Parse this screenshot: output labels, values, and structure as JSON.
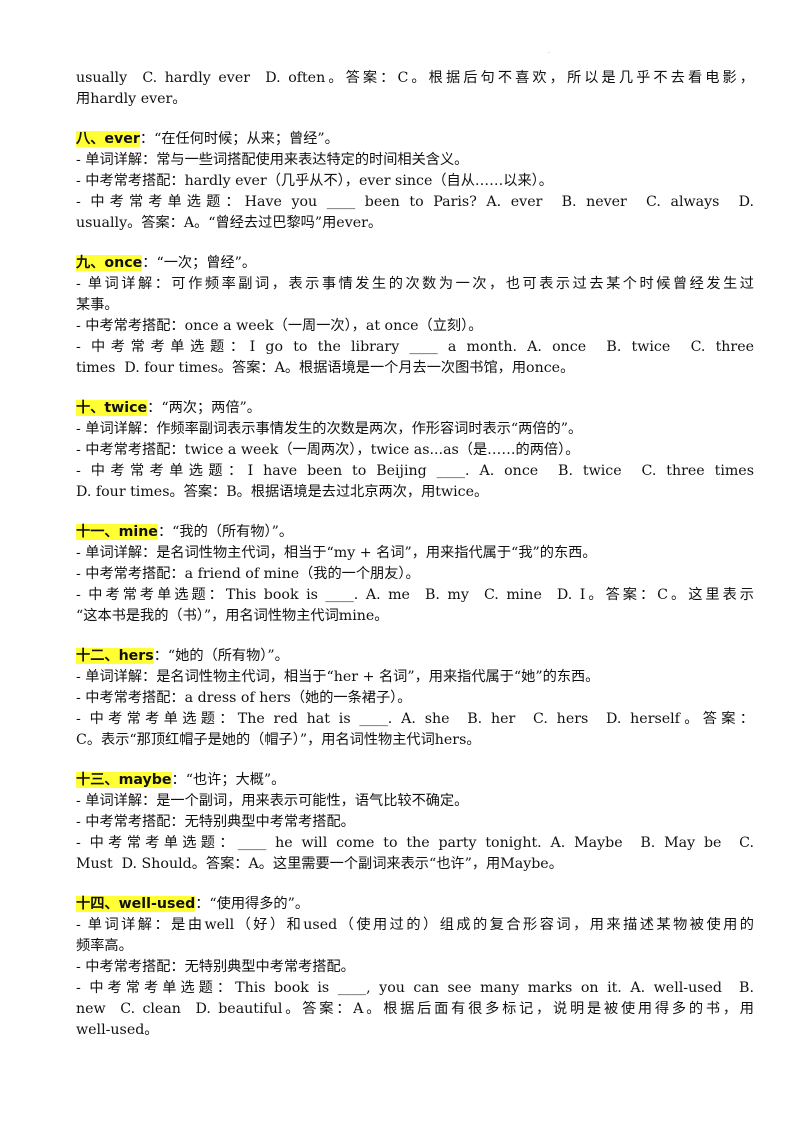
{
  "top": {
    "l1": "usually  C. hardly ever  D. often。答案：C。根据后句不喜欢，所以是几乎不去看电影，",
    "l2": "用hardly ever。"
  },
  "sections": [
    {
      "hl": "八、ever",
      "meaning": "：“在任何时候；从来；曾经”。",
      "lines": [
        "- 单词详解：常与一些词搭配使用来表达特定的时间相关含义。",
        "- 中考常考搭配：hardly ever（几乎从不），ever since（自从……以来）。",
        "- 中考常考单选题：Have you ____ been to Paris? A. ever  B. never  C. always  D.",
        "usually。答案：A。“曾经去过巴黎吗”用ever。"
      ]
    },
    {
      "hl": "九、once",
      "meaning": "：“一次；曾经”。",
      "lines": [
        "- 单词详解：可作频率副词，表示事情发生的次数为一次，也可表示过去某个时候曾经发生过",
        "某事。",
        "- 中考常考搭配：once a week（一周一次），at once（立刻）。",
        "- 中考常考单选题：I go to the library ____ a month. A. once  B. twice  C. three",
        "times  D. four times。答案：A。根据语境是一个月去一次图书馆，用once。"
      ]
    },
    {
      "hl": "十、twice",
      "meaning": "：“两次；两倍”。",
      "lines": [
        "- 单词详解：作频率副词表示事情发生的次数是两次，作形容词时表示“两倍的”。",
        "- 中考常考搭配：twice a week（一周两次），twice as...as（是……的两倍）。",
        "- 中考常考单选题：I have been to Beijing ____. A. once  B. twice  C. three times",
        "D. four times。答案：B。根据语境是去过北京两次，用twice。"
      ]
    },
    {
      "hl": "十一、mine",
      "meaning": "：“我的（所有物）”。",
      "lines": [
        "- 单词详解：是名词性物主代词，相当于“my + 名词”，用来指代属于“我”的东西。",
        "- 中考常考搭配：a friend of mine（我的一个朋友）。",
        "- 中考常考单选题：This book is ____. A. me  B. my  C. mine  D. I。答案：C。这里表示",
        "“这本书是我的（书）”，用名词性物主代词mine。"
      ]
    },
    {
      "hl": "十二、hers",
      "meaning": "：“她的（所有物）”。",
      "lines": [
        "- 单词详解：是名词性物主代词，相当于“her + 名词”，用来指代属于“她”的东西。",
        "- 中考常考搭配：a dress of hers（她的一条裙子）。",
        "- 中考常考单选题：The red hat is ____. A. she  B. her  C. hers  D. herself。答案：",
        "C。表示“那顶红帽子是她的（帽子）”，用名词性物主代词hers。"
      ]
    },
    {
      "hl": "十三、maybe",
      "meaning": "：“也许；大概”。",
      "lines": [
        "- 单词详解：是一个副词，用来表示可能性，语气比较不确定。",
        "- 中考常考搭配：无特别典型中考常考搭配。",
        "- 中考常考单选题：____ he will come to the party tonight. A. Maybe  B. May be  C.",
        "Must  D. Should。答案：A。这里需要一个副词来表示“也许”，用Maybe。"
      ]
    },
    {
      "hl": "十四、well-used",
      "meaning": "：“使用得多的”。",
      "lines": [
        "- 单词详解：是由well（好）和used（使用过的）组成的复合形容词，用来描述某物被使用的",
        "频率高。",
        "- 中考常考搭配：无特别典型中考常考搭配。",
        "- 中考常考单选题：This book is ____, you can see many marks on it. A. well-used  B.",
        "new  C. clean  D. beautiful。答案：A。根据后面有很多标记，说明是被使用得多的书，用",
        "well-used。"
      ]
    }
  ]
}
